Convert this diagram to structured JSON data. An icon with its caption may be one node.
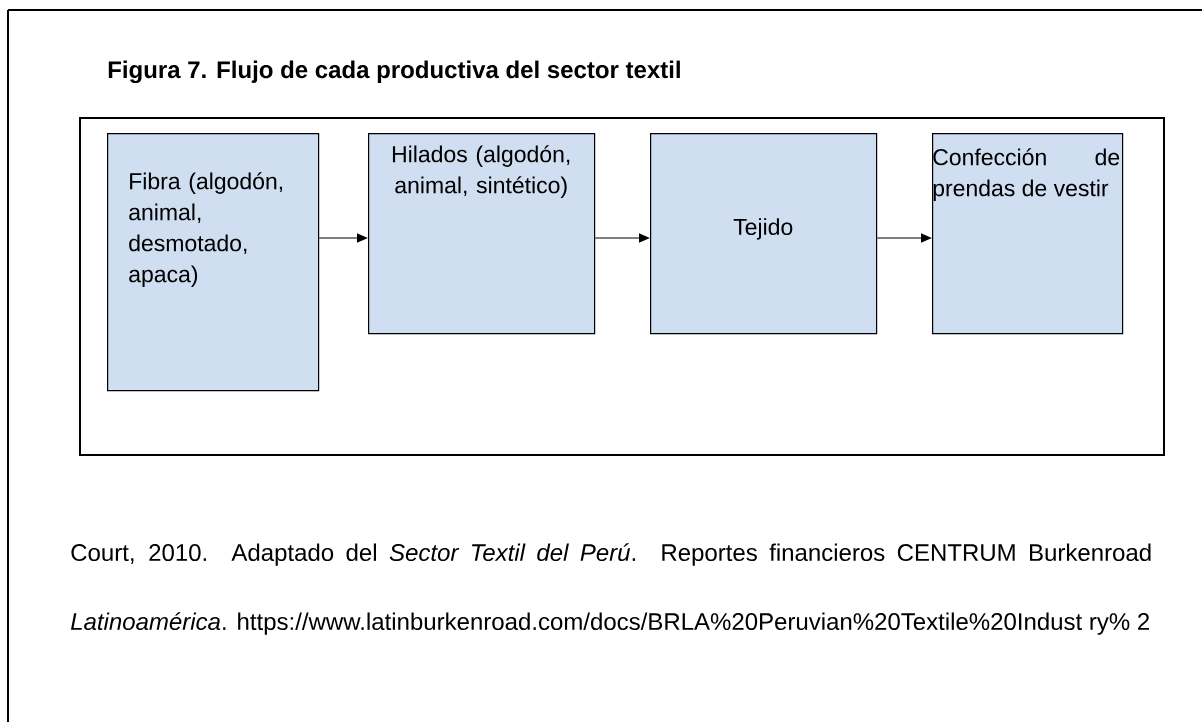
{
  "diagram": {
    "title": "Figura 7. Flujo de cada productiva del sector textil",
    "nodes": [
      {
        "text": [
          "Fibra (algodón, animal, desmotado, apaca)"
        ]
      },
      {
        "text": [
          "Hilados (algodón, animal, sintético)"
        ]
      },
      {
        "text": [
          "Tejido"
        ]
      },
      {
        "text": [
          "Confección de prendas de vestir"
        ]
      }
    ],
    "edges": [
      {
        "from": 0,
        "to": 1,
        "arrow": "to"
      },
      {
        "from": 1,
        "to": 2,
        "arrow": "to"
      },
      {
        "from": 2,
        "to": 3,
        "arrow": "to"
      }
    ],
    "caption": "Court, 2010. Adaptado del *Sector Textil del Perú*. Reportes financieros CENTRUM Burkenroad *Latinoamérica*. https://www.latinburkenroad.com/docs/BRLA%20Peruvian%20Textile%20Indust ry% 2"
  }
}
